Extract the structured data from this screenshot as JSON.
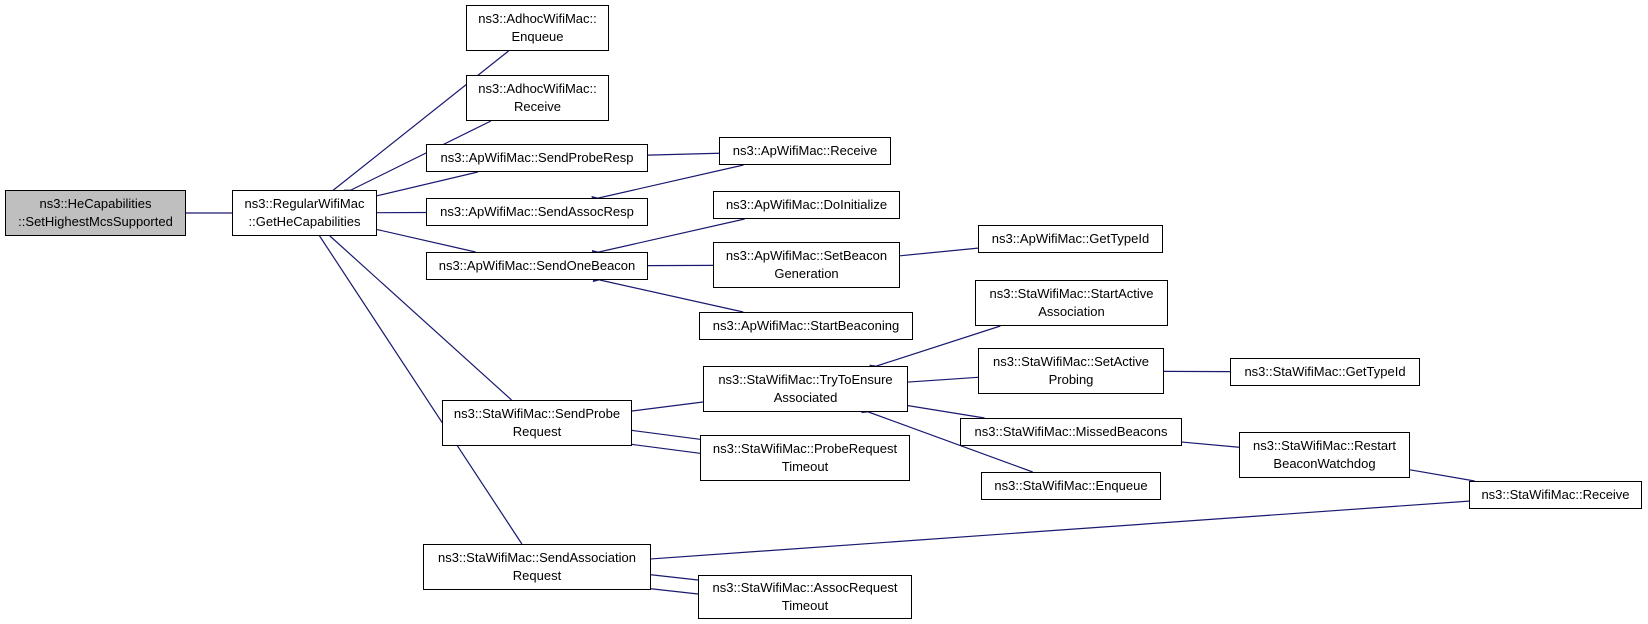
{
  "colors": {
    "edge": "#191970",
    "root_fill": "#bfbfbf",
    "node_fill": "#ffffff",
    "border": "#000000"
  },
  "nodes": {
    "he_set_highest": [
      "ns3::HeCapabilities",
      "::SetHighestMcsSupported"
    ],
    "rw_get_he": [
      "ns3::RegularWifiMac",
      "::GetHeCapabilities"
    ],
    "adhoc_enqueue": [
      "ns3::AdhocWifiMac::",
      "Enqueue"
    ],
    "adhoc_receive": [
      "ns3::AdhocWifiMac::",
      "Receive"
    ],
    "ap_send_probe_resp": [
      "ns3::ApWifiMac::SendProbeResp"
    ],
    "ap_send_assoc_resp": [
      "ns3::ApWifiMac::SendAssocResp"
    ],
    "ap_send_one_beacon": [
      "ns3::ApWifiMac::SendOneBeacon"
    ],
    "ap_receive": [
      "ns3::ApWifiMac::Receive"
    ],
    "ap_do_initialize": [
      "ns3::ApWifiMac::DoInitialize"
    ],
    "ap_set_beacon_gen": [
      "ns3::ApWifiMac::SetBeacon",
      "Generation"
    ],
    "ap_start_beaconing": [
      "ns3::ApWifiMac::StartBeaconing"
    ],
    "ap_get_type_id": [
      "ns3::ApWifiMac::GetTypeId"
    ],
    "sta_send_probe_req": [
      "ns3::StaWifiMac::SendProbe",
      "Request"
    ],
    "sta_send_assoc_req": [
      "ns3::StaWifiMac::SendAssociation",
      "Request"
    ],
    "sta_try_ensure": [
      "ns3::StaWifiMac::TryToEnsure",
      "Associated"
    ],
    "sta_probe_timeout": [
      "ns3::StaWifiMac::ProbeRequest",
      "Timeout"
    ],
    "sta_assoc_timeout": [
      "ns3::StaWifiMac::AssocRequest",
      "Timeout"
    ],
    "sta_start_active": [
      "ns3::StaWifiMac::StartActive",
      "Association"
    ],
    "sta_set_active_probing": [
      "ns3::StaWifiMac::SetActive",
      "Probing"
    ],
    "sta_missed_beacons": [
      "ns3::StaWifiMac::MissedBeacons"
    ],
    "sta_enqueue": [
      "ns3::StaWifiMac::Enqueue"
    ],
    "sta_get_type_id": [
      "ns3::StaWifiMac::GetTypeId"
    ],
    "sta_restart_watchdog": [
      "ns3::StaWifiMac::Restart",
      "BeaconWatchdog"
    ],
    "sta_receive": [
      "ns3::StaWifiMac::Receive"
    ]
  },
  "edges": [
    [
      "rw_get_he",
      "he_set_highest"
    ],
    [
      "adhoc_enqueue",
      "rw_get_he"
    ],
    [
      "adhoc_receive",
      "rw_get_he"
    ],
    [
      "ap_send_probe_resp",
      "rw_get_he"
    ],
    [
      "ap_send_assoc_resp",
      "rw_get_he"
    ],
    [
      "ap_send_one_beacon",
      "rw_get_he"
    ],
    [
      "sta_send_probe_req",
      "rw_get_he"
    ],
    [
      "sta_send_assoc_req",
      "rw_get_he"
    ],
    [
      "ap_receive",
      "ap_send_probe_resp"
    ],
    [
      "ap_receive",
      "ap_send_assoc_resp"
    ],
    [
      "ap_do_initialize",
      "ap_send_one_beacon"
    ],
    [
      "ap_set_beacon_gen",
      "ap_send_one_beacon"
    ],
    [
      "ap_start_beaconing",
      "ap_send_one_beacon"
    ],
    [
      "ap_get_type_id",
      "ap_set_beacon_gen"
    ],
    [
      "sta_try_ensure",
      "sta_send_probe_req"
    ],
    [
      "sta_probe_timeout",
      "sta_send_probe_req"
    ],
    [
      "sta_send_probe_req",
      "sta_probe_timeout"
    ],
    [
      "sta_start_active",
      "sta_try_ensure"
    ],
    [
      "sta_set_active_probing",
      "sta_try_ensure"
    ],
    [
      "sta_missed_beacons",
      "sta_try_ensure"
    ],
    [
      "sta_enqueue",
      "sta_try_ensure"
    ],
    [
      "sta_get_type_id",
      "sta_set_active_probing"
    ],
    [
      "sta_restart_watchdog",
      "sta_missed_beacons"
    ],
    [
      "sta_receive",
      "sta_restart_watchdog"
    ],
    [
      "sta_receive",
      "sta_send_assoc_req"
    ],
    [
      "sta_assoc_timeout",
      "sta_send_assoc_req"
    ],
    [
      "sta_send_assoc_req",
      "sta_assoc_timeout"
    ]
  ]
}
